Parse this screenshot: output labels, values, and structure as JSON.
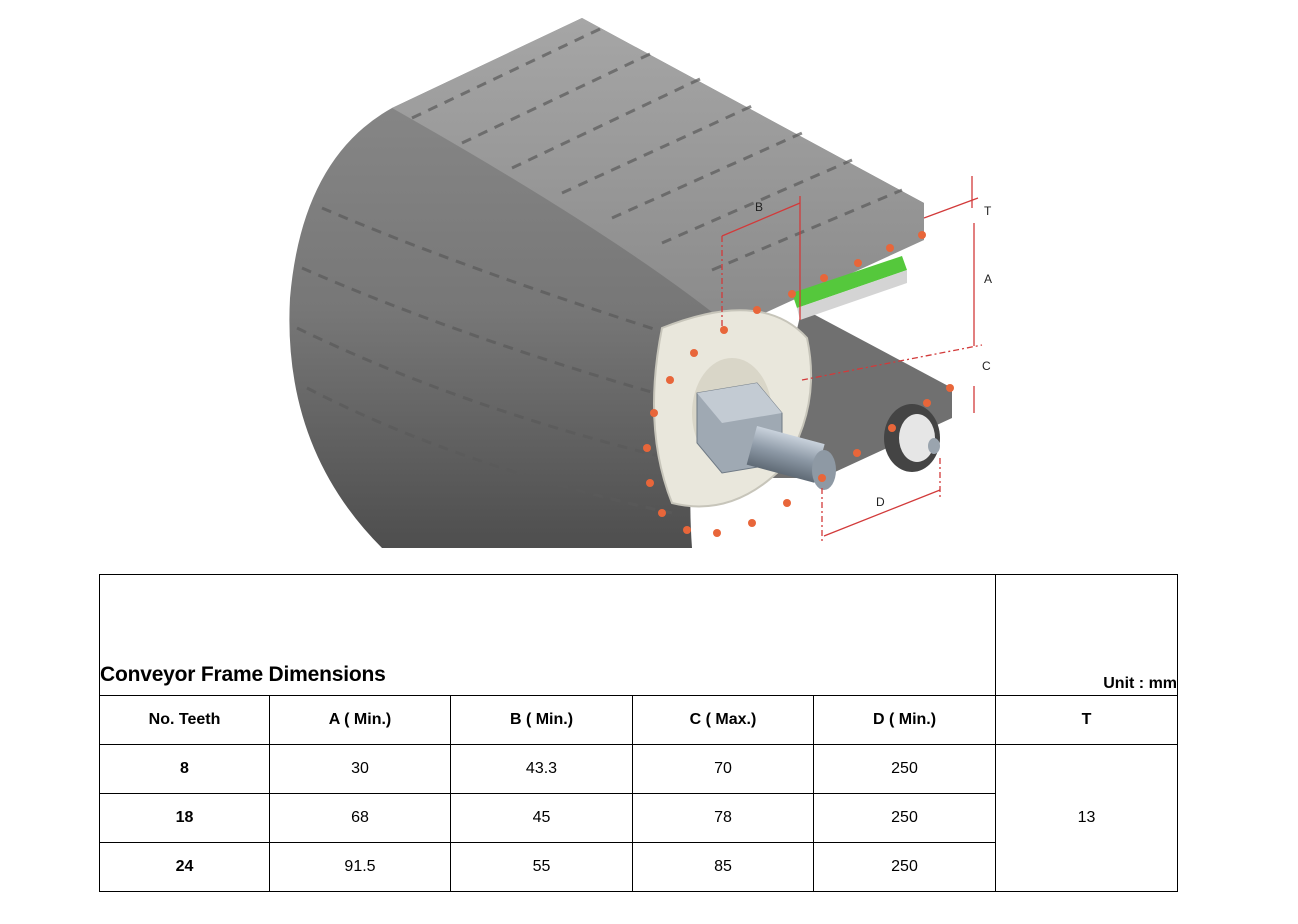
{
  "diagram": {
    "dimension_labels": [
      "B",
      "T",
      "A",
      "C",
      "D"
    ]
  },
  "table": {
    "title": "Conveyor Frame Dimensions",
    "unit": "Unit : mm",
    "headers": [
      "No. Teeth",
      "A ( Min.)",
      "B ( Min.)",
      "C ( Max.)",
      "D ( Min.)",
      "T"
    ],
    "rows": [
      {
        "teeth": "8",
        "a": "30",
        "b": "43.3",
        "c": "70",
        "d": "250"
      },
      {
        "teeth": "18",
        "a": "68",
        "b": "45",
        "c": "78",
        "d": "250"
      },
      {
        "teeth": "24",
        "a": "91.5",
        "b": "55",
        "c": "85",
        "d": "250"
      }
    ],
    "t_value": "13"
  },
  "colors": {
    "belt": "#8e8e8e",
    "belt_dark": "#5c5c5c",
    "pins": "#e8663a",
    "sprocket": "#e9e7dc",
    "guide_green": "#55c83c",
    "dimension_red": "#d23a3a"
  }
}
